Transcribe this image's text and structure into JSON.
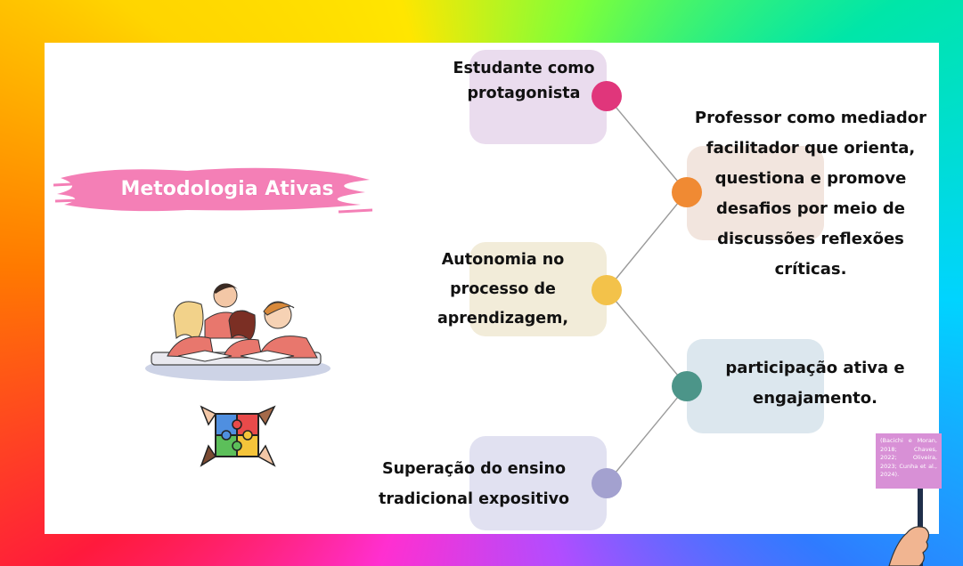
{
  "title": "Metodologia Ativas",
  "nodes": [
    {
      "id": "estudante",
      "text": "Estudante como protagonista",
      "box_color": "#eadcee",
      "dot_color": "#e0367b"
    },
    {
      "id": "professor",
      "text": "Professor como mediador facilitador que orienta, questiona e promove desafios por meio de discussões reflexões críticas.",
      "box_color": "#f2e5de",
      "dot_color": "#f08a33"
    },
    {
      "id": "autonomia",
      "text": "Autonomia no processo de aprendizagem,",
      "box_color": "#f2ecd9",
      "dot_color": "#f3c24a"
    },
    {
      "id": "participacao",
      "text": "participação ativa e engajamento.",
      "box_color": "#dce7ee",
      "dot_color": "#4c9589"
    },
    {
      "id": "superacao",
      "text": "Superação do ensino tradicional expositivo",
      "box_color": "#e1e1f1",
      "dot_color": "#a3a1cf"
    }
  ],
  "reference": "(Bacichi e Moran, 2018; Chaves, 2022; Oliveira, 2023; Cunha et al., 2024).",
  "icons": [
    "students-reading-illustration",
    "puzzle-hands-icon",
    "hand-holding-sign-icon"
  ]
}
